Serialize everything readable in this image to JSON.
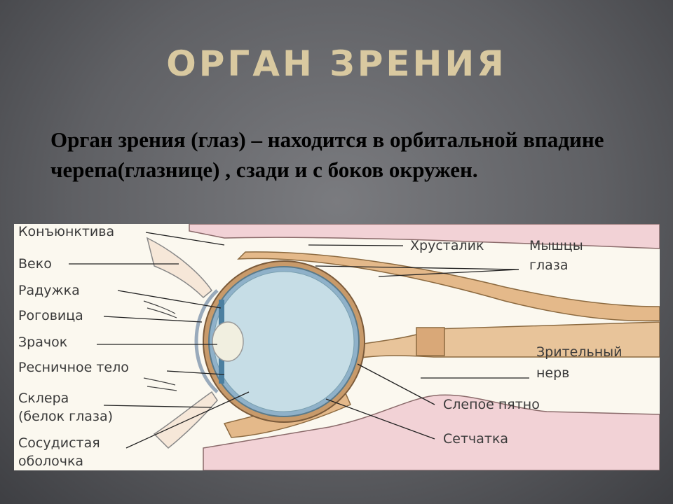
{
  "slide": {
    "title": "ОРГАН ЗРЕНИЯ",
    "text": "Орган зрения (глаз) – находится в орбитальной впадине черепа(глазнице) , сзади и с боков окружен."
  },
  "diagram": {
    "labels_left": {
      "conjunctiva": "Конъюнктива",
      "eyelid": "Веко",
      "iris": "Радужка",
      "cornea": "Роговица",
      "pupil": "Зрачок",
      "ciliary_body": "Ресничное тело",
      "sclera_1": "Склера",
      "sclera_2": "(белок глаза)",
      "choroid_1": "Сосудистая",
      "choroid_2": "оболочка"
    },
    "labels_right": {
      "lens": "Хрусталик",
      "muscles_1": "Мышцы",
      "muscles_2": "глаза",
      "optic_nerve_1": "Зрительный",
      "optic_nerve_2": "нерв",
      "blind_spot": "Слепое пятно",
      "retina": "Сетчатка"
    }
  }
}
